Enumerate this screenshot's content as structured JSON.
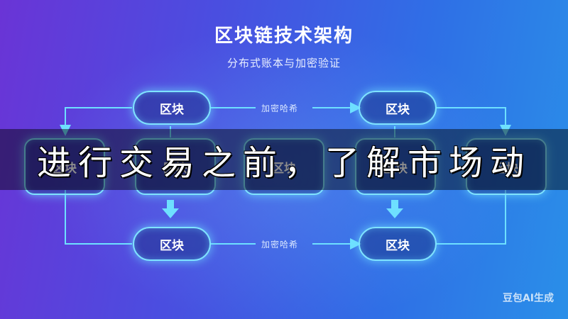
{
  "diagram": {
    "title": "区块链技术架构",
    "subtitle": "分布式账本与加密验证",
    "node_label": "区块",
    "edge_label": "加密哈希",
    "colors": {
      "node_border": "#7fe3ff",
      "arrow": "#6ee0ff",
      "background_left": "#6a34d6",
      "background_right": "#2a8fe8"
    }
  },
  "overlay": {
    "caption": "进行交易之前，了解市场动"
  },
  "watermark": {
    "text": "豆包AI生成"
  }
}
